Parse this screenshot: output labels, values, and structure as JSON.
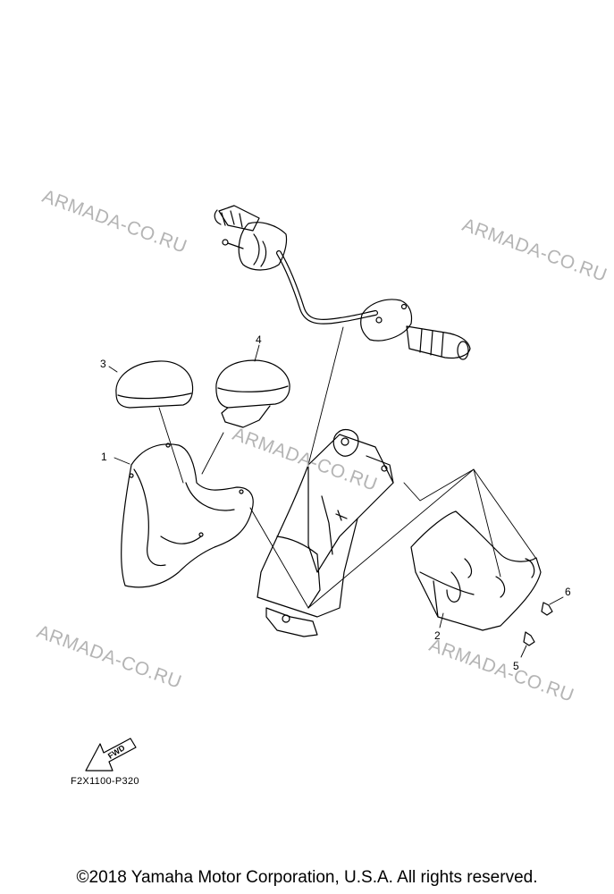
{
  "watermarks": [
    "ARMADA-CO.RU",
    "ARMADA-CO.RU",
    "ARMADA-CO.RU",
    "ARMADA-CO.RU",
    "ARMADA-CO.RU"
  ],
  "callouts": [
    "1",
    "2",
    "3",
    "4",
    "5",
    "6"
  ],
  "fwd_label": "FWD",
  "diagram_code": "F2X1100-P320",
  "copyright": "©2018 Yamaha Motor Corporation, U.S.A. All rights reserved."
}
